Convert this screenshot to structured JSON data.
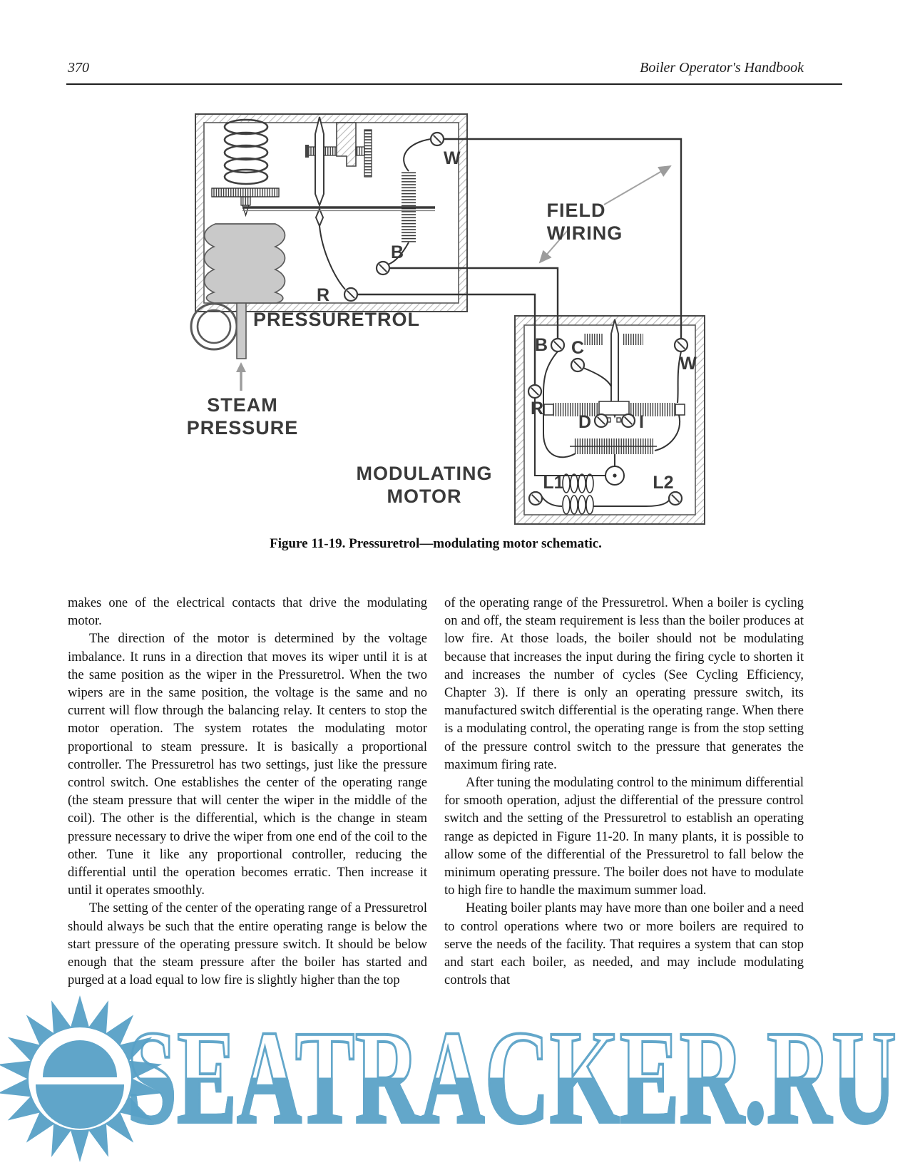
{
  "header": {
    "page_number": "370",
    "book_title": "Boiler Operator's Handbook"
  },
  "figure": {
    "caption": "Figure 11-19. Pressuretrol—modulating motor schematic.",
    "labels": {
      "pressuretrol": "PRESSURETROL",
      "steam_1": "STEAM",
      "steam_2": "PRESSURE",
      "field_1": "FIELD",
      "field_2": "WIRING",
      "motor_1": "MODULATING",
      "motor_2": "MOTOR"
    },
    "pt_terminals": {
      "w": "W",
      "b": "B",
      "r": "R"
    },
    "motor_terminals": {
      "b": "B",
      "c": "C",
      "w": "W",
      "r": "R",
      "d": "D",
      "i": "I",
      "l1": "L1",
      "l2": "L2"
    }
  },
  "body": {
    "left_column": {
      "paragraphs": [
        {
          "text": "makes one of the electrical contacts that drive the modulating motor."
        },
        {
          "text": "The direction of the motor is determined by the voltage imbalance. It runs in a direction that moves its wiper until it is at the same position as the wiper in the Pressuretrol. When the two wipers are in the same position, the voltage is the same and no current will flow through the balancing relay. It centers to stop the motor operation. The system rotates the modulating motor proportional to steam pressure. It is basically a proportional controller. The Pressuretrol has two settings, just like the pressure control switch. One establishes the center of the operating range (the steam pressure that will center the wiper in the middle of the coil). The other is the differential, which is the change in steam pressure necessary to drive the wiper from one end of the coil to the other. Tune it like any proportional controller, reducing the differential until the operation becomes erratic. Then increase it until it operates smoothly."
        },
        {
          "text": "The setting of the center of the operating range of a Pressuretrol should always be such that the entire operating range is below the start pressure of the operating pressure switch. It should be below enough that the steam pressure after the boiler has started and purged at a load equal to low fire is slightly higher than the top"
        }
      ]
    },
    "right_column": {
      "paragraphs": [
        {
          "text": "of the operating range of the Pressuretrol. When a boiler is cycling on and off, the steam requirement is less than the boiler produces at low fire. At those loads, the boiler should not be modulating because that increases the input during the firing cycle to shorten it and increases the number of cycles (See Cycling Efficiency, Chapter 3). If there is only an operating pressure switch, its manufactured switch differential is the operating range. When there is a modulating control, the operating range is from the stop setting of the pressure control switch to the pressure that generates the maximum firing rate."
        },
        {
          "text": "After tuning the modulating control to the minimum differential for smooth operation, adjust the differential of the pressure control switch and the setting of the Pressuretrol to establish an operating range as depicted in Figure 11-20. In many plants, it is possible to allow some of the differential of the Pressuretrol to fall below the minimum operating pressure. The boiler does not have to modulate to high fire to handle the maximum summer load."
        },
        {
          "text": "Heating boiler plants may have more than one boiler and a need to control operations where two or more boilers are required to serve the needs of the facility. That requires a system that can stop and start each boiler, as needed, and may include modulating controls that"
        }
      ]
    }
  },
  "watermark": {
    "text": "SEATRACKER.RU",
    "color": "#58a1c7",
    "logo_icon": "sun-logo"
  }
}
